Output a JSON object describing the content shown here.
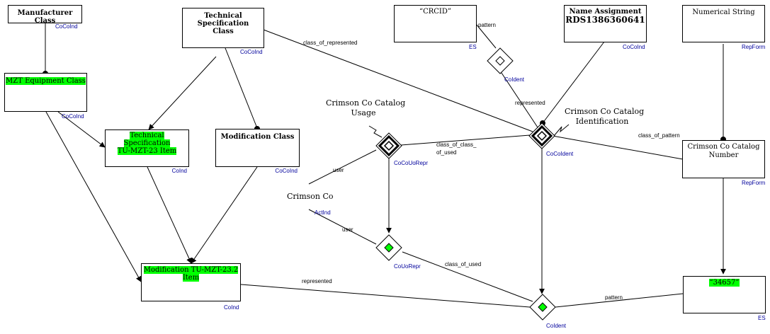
{
  "colors": {
    "highlight": "#00ff00",
    "tag_text": "#00009c",
    "line": "#000000"
  },
  "boxes": {
    "manufacturer_class": {
      "title": "Manufacturer Class",
      "tag": "CoCoInd"
    },
    "mzt_equipment_class": {
      "title": "MZT Equipment Class",
      "tag": "CoCoInd"
    },
    "technical_specification_class": {
      "title": "Technical Specification Class",
      "tag": "CoCoInd"
    },
    "technical_specification_item": {
      "title_line1": "Technical Specification",
      "title_line2": "TU-MZT-23 Item",
      "tag": "CoInd"
    },
    "modification_class": {
      "title": "Modification Class",
      "tag": "CoCoInd"
    },
    "modification_item": {
      "title_line1": "Modification TU-MZT-23.2",
      "title_line2": "Item",
      "tag": "CoInd"
    },
    "crcid": {
      "title": "“CRCID”",
      "tag": "ES"
    },
    "name_assignment": {
      "title_line1": "Name Assignment",
      "title_line2": "RDS1386360641",
      "tag": "CoCoInd"
    },
    "numerical_string": {
      "title": "Numerical String",
      "tag": "RepForm"
    },
    "catalog_number": {
      "title_line1": "Crimson Co Catalog",
      "title_line2": "Number",
      "tag": "RepForm"
    },
    "value_34657": {
      "title": "“34657”",
      "tag": "ES"
    }
  },
  "nodes": {
    "catalog_usage": {
      "line1": "Crimson Co Catalog",
      "line2": "Usage",
      "tag": "CoCoUoRepr"
    },
    "catalog_identification": {
      "line1": "Crimson Co Catalog",
      "line2": "Identification",
      "tag": "CoCoIdent"
    },
    "crimson_co": {
      "label": "Crimson  Co",
      "tag": "ActInd"
    },
    "coident_top": {
      "tag": "CoIdent"
    },
    "couorepr": {
      "tag": "CoUoRepr"
    },
    "coident_bottom": {
      "tag": "CoIdent"
    }
  },
  "edges": {
    "pattern_top": "pattern",
    "class_of_represented": "class_of_represented",
    "represented_top": "represented",
    "class_of_pattern": "class_of_pattern",
    "class_of_class_of_used_line1": "class_of_class_",
    "class_of_class_of_used_line2": "of_used",
    "user_top": "user",
    "user_bottom": "user",
    "class_of_used": "class_of_used",
    "represented_bottom": "represented",
    "pattern_bottom": "pattern"
  }
}
